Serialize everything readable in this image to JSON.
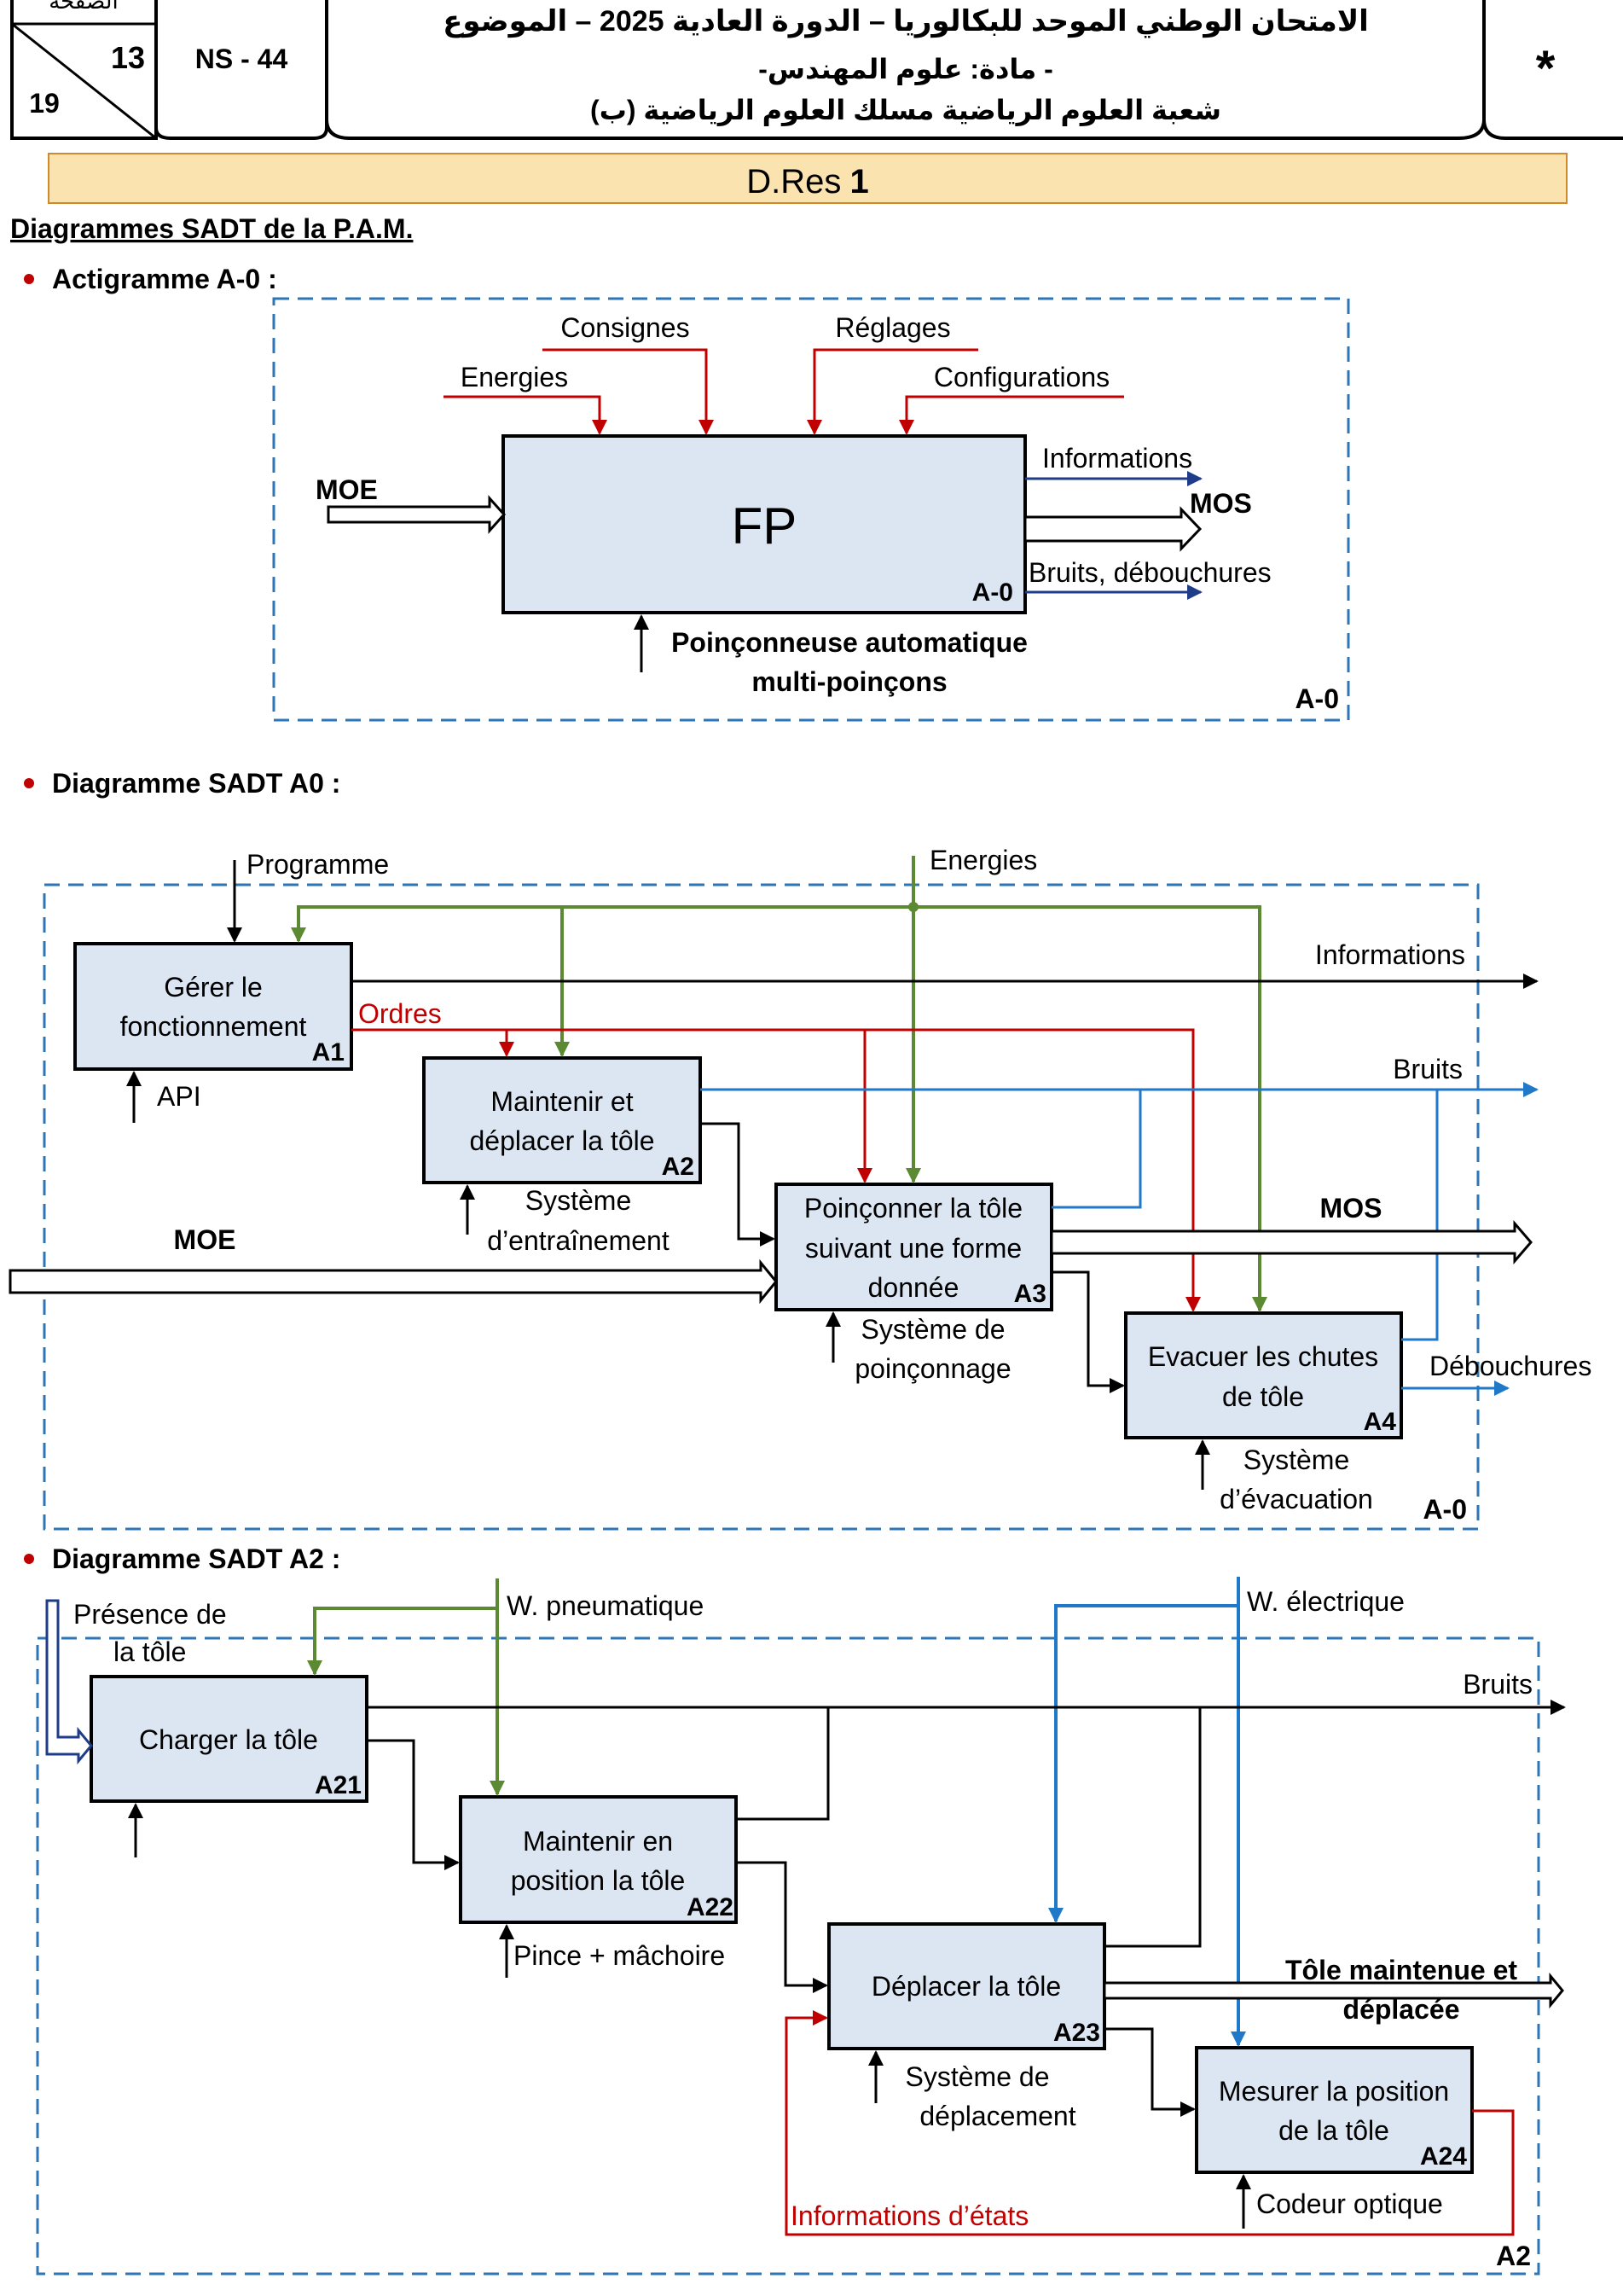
{
  "header": {
    "page_label": "الصفحة",
    "page_current": "13",
    "page_total": "19",
    "code": "NS - 44",
    "line1": "الامتحان الوطني الموحد للبكالوريا – الدورة العادية 2025 – الموضوع",
    "line2": "- مادة: علوم المهندس-",
    "line3": "شعبة العلوم الرياضية مسلك العلوم الرياضية (ب)",
    "star": "*"
  },
  "banner": {
    "text": "D.Res",
    "number": "1"
  },
  "section_title": "Diagrammes SADT de la P.A.M.",
  "a0_minus": {
    "bullet": "Actigramme A-0 :",
    "controls": [
      "Energies",
      "Consignes",
      "Réglages",
      "Configurations"
    ],
    "box_label": "FP",
    "box_tag": "A-0",
    "input": "MOE",
    "outputs": [
      "Informations",
      "MOS",
      "Bruits, débouchures"
    ],
    "support_line1": "Poinçonneuse automatique",
    "support_line2": "multi-poinçons",
    "frame_tag": "A-0"
  },
  "a0": {
    "bullet": "Diagramme SADT A0 :",
    "top_inputs": [
      "Programme",
      "Energies"
    ],
    "boxes": [
      {
        "l1": "Gérer le",
        "l2": "fonctionnement",
        "tag": "A1"
      },
      {
        "l1": "Maintenir et",
        "l2": "déplacer la tôle",
        "tag": "A2"
      },
      {
        "l1": "Poinçonner la tôle",
        "l2": "suivant une forme",
        "l3": "donnée",
        "tag": "A3"
      },
      {
        "l1": "Evacuer les chutes",
        "l2": "de tôle",
        "tag": "A4"
      }
    ],
    "flows": {
      "ordres": "Ordres",
      "informations": "Informations",
      "bruits": "Bruits",
      "moe": "MOE",
      "mos": "MOS",
      "debouchures": "Débouchures"
    },
    "supports": {
      "api": "API",
      "a2_l1": "Système",
      "a2_l2": "d’entraînement",
      "a3_l1": "Système de",
      "a3_l2": "poinçonnage",
      "a4_l1": "Système",
      "a4_l2": "d’évacuation"
    },
    "frame_tag": "A-0"
  },
  "a2": {
    "bullet": "Diagramme SADT A2 :",
    "presence_l1": "Présence de",
    "presence_l2": "la tôle",
    "w_pneu": "W. pneumatique",
    "w_elec": "W. électrique",
    "bruits": "Bruits",
    "boxes": [
      {
        "l1": "Charger la tôle",
        "tag": "A21"
      },
      {
        "l1": "Maintenir en",
        "l2": "position la tôle",
        "tag": "A22"
      },
      {
        "l1": "Déplacer la tôle",
        "tag": "A23"
      },
      {
        "l1": "Mesurer la position",
        "l2": "de la tôle",
        "tag": "A24"
      }
    ],
    "output_l1": "Tôle maintenue et",
    "output_l2": "déplacée",
    "supports": {
      "a22": "Pince + mâchoire",
      "a23_l1": "Système de",
      "a23_l2": "déplacement",
      "a24": "Codeur optique"
    },
    "feedback": "Informations d’états",
    "frame_tag": "A2"
  },
  "colors": {
    "box_fill": "#dce6f2",
    "frame_blue": "#2e75b6",
    "red": "#c00000",
    "green": "#5b8a32",
    "blue": "#1f78c8",
    "navy": "#1f3c88",
    "banner": "#fbe3b0"
  }
}
